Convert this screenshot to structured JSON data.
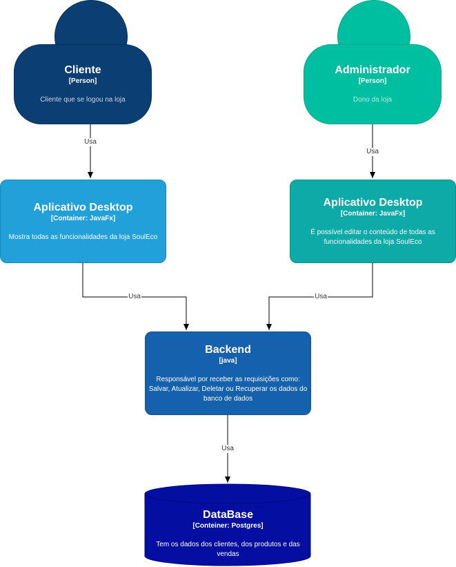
{
  "colors": {
    "client": "#0b3e72",
    "admin": "#00bea0",
    "app_client": "#21a0d9",
    "app_admin": "#0eaaa8",
    "backend": "#1561ad",
    "database": "#040ea1",
    "desc_client": "#c9d6e6",
    "desc_admin": "#b5ece2",
    "edge": "#333333"
  },
  "nodes": {
    "client": {
      "title": "Cliente",
      "tech": "[Person]",
      "desc": "Cliente que se logou na loja"
    },
    "admin": {
      "title": "Administrador",
      "tech": "[Person]",
      "desc": "Dono da loja"
    },
    "app_client": {
      "title": "Aplicativo Desktop",
      "tech": "[Container: JavaFx]",
      "desc": "Mostra todas as funcionalidades da loja SoulEco"
    },
    "app_admin": {
      "title": "Aplicativo Desktop",
      "tech": "[Container: JavaFx]",
      "desc": "É possível editar o conteúdo de todas as funcionalidades da loja SoulEco"
    },
    "backend": {
      "title": "Backend",
      "tech": "[java]",
      "desc": "Responsável por receber as requisições como: Salvar, Atualizar, Deletar ou Recuperar os dados do banco de dados"
    },
    "database": {
      "title": "DataBase",
      "tech": "[Conteiner: Postgres]",
      "desc": "Tem os dados dos clientes, dos produtos e das vendas"
    }
  },
  "edges": [
    {
      "from": "client",
      "to": "app_client",
      "label": "Usa"
    },
    {
      "from": "admin",
      "to": "app_admin",
      "label": "Usa"
    },
    {
      "from": "app_client",
      "to": "backend",
      "label": "Usa"
    },
    {
      "from": "app_admin",
      "to": "backend",
      "label": "Usa"
    },
    {
      "from": "backend",
      "to": "database",
      "label": "Usa"
    }
  ]
}
